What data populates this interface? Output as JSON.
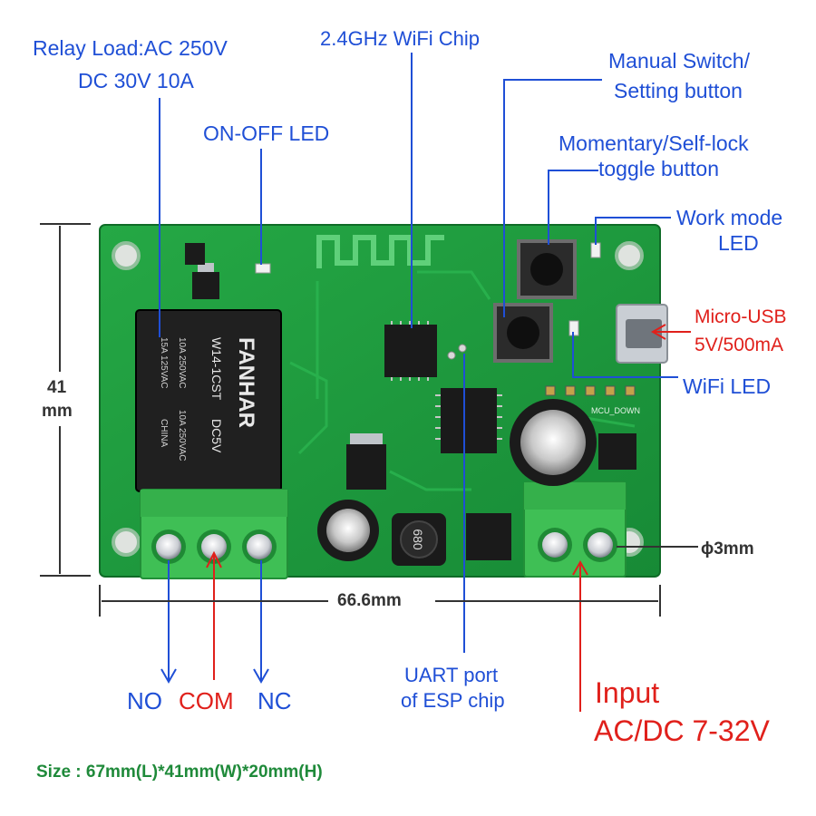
{
  "colors": {
    "label_blue": "#1f4fd6",
    "label_red": "#e0201b",
    "pcb_green": "#1e9e3e",
    "terminal_green": "#3fbf55",
    "size_text_green": "#1f8a3a",
    "dimension_gray": "#333333"
  },
  "labels": {
    "relay_load_line1": "Relay Load:AC 250V",
    "relay_load_line2": "DC 30V 10A",
    "wifi_chip": "2.4GHz WiFi Chip",
    "manual_switch_line1": "Manual Switch/",
    "manual_switch_line2": "Setting button",
    "on_off_led": "ON-OFF LED",
    "momentary_line1": "Momentary/Self-lock",
    "momentary_line2": "toggle button",
    "work_mode_line1": "Work mode",
    "work_mode_line2": "LED",
    "micro_usb_line1": "Micro-USB",
    "micro_usb_line2": "5V/500mA",
    "wifi_led": "WiFi LED",
    "uart_line1": "UART port",
    "uart_line2": "of ESP chip",
    "no": "NO",
    "com": "COM",
    "nc": "NC",
    "input_line1": "Input",
    "input_line2": "AC/DC 7-32V"
  },
  "dimensions": {
    "height_value": "41",
    "height_unit": "mm",
    "width_label": "66.6mm",
    "hole_label": "ϕ3mm"
  },
  "footer": {
    "size_text": "Size : 67mm(L)*41mm(W)*20mm(H)"
  },
  "board_markings": {
    "relay_brand": "FANHAR",
    "relay_model": "W14-1CST",
    "relay_voltage": "DC5V",
    "relay_rating_1": "10A 250VAC",
    "relay_rating_2": "15A 125VAC",
    "relay_rating_3": "10A 250VAC",
    "relay_origin": "CHINA",
    "inductor_code": "680",
    "mcu_down": "MCU_DOWN"
  }
}
